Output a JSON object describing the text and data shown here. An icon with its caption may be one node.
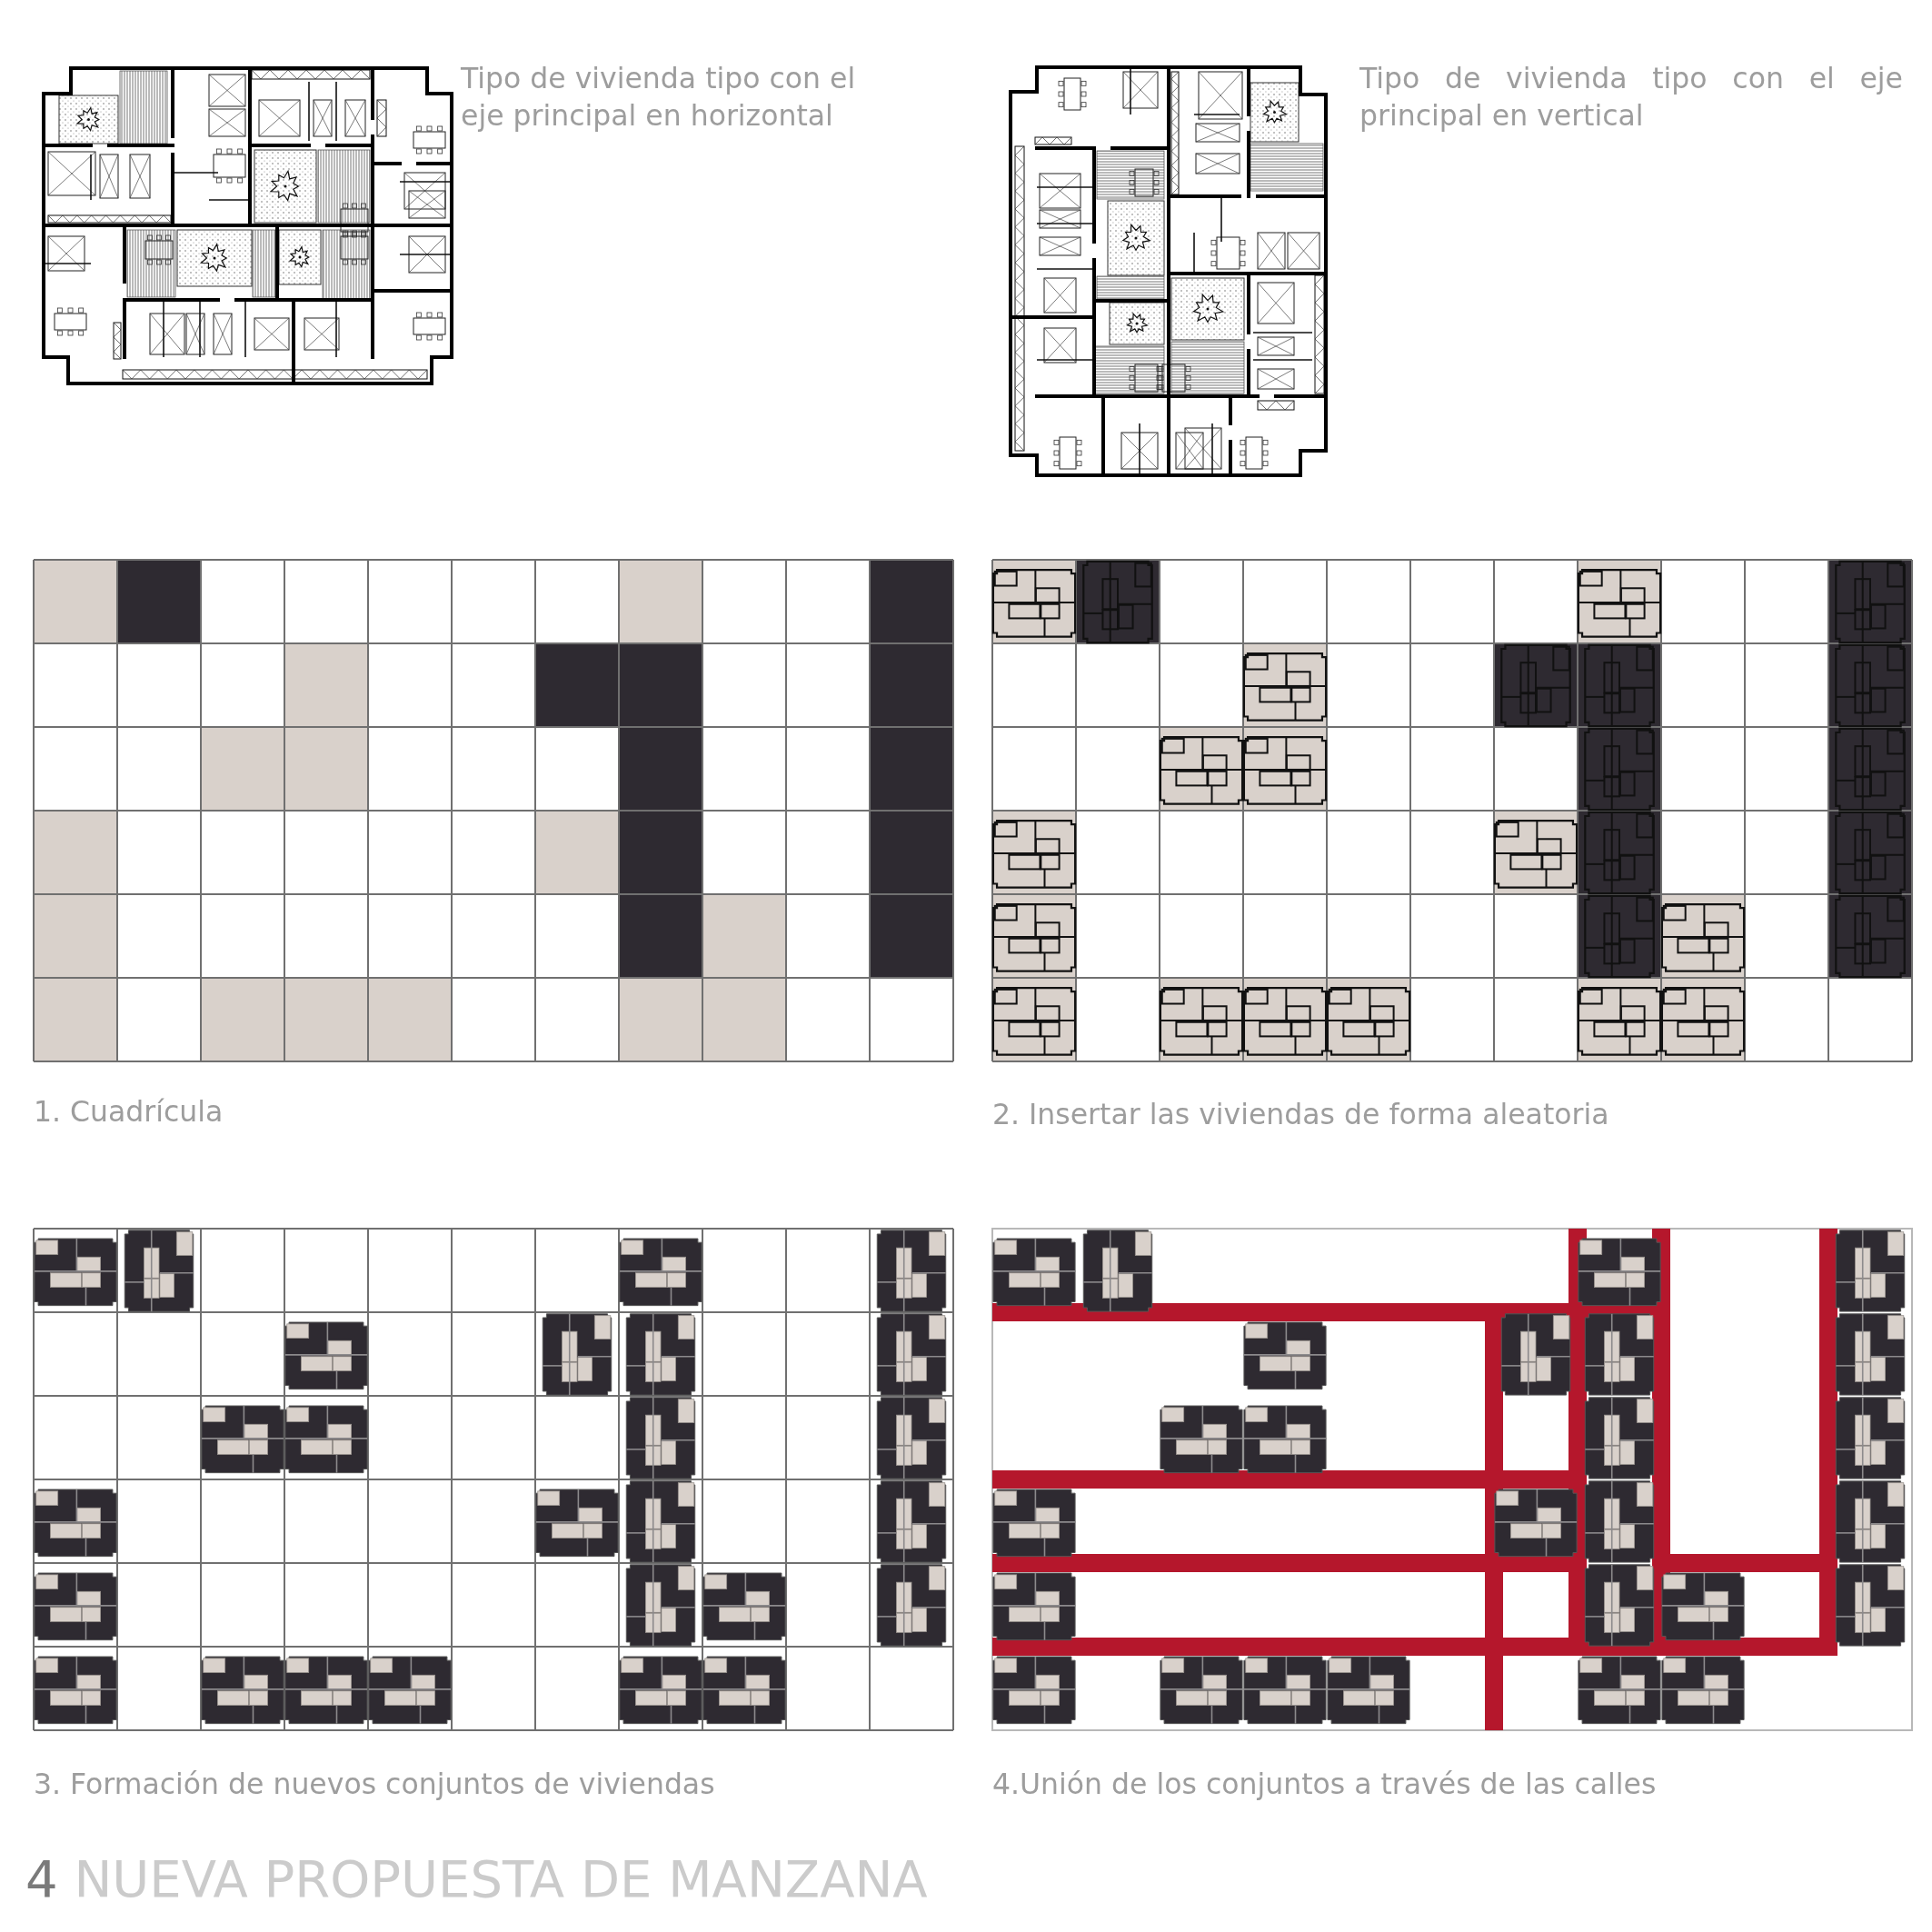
{
  "diagram": {
    "title": "4 NUEVA PROPUESTA DE MANZANA",
    "labels": [
      "Tipo de vivienda tipo con el eje principal en horizontal",
      "Tipo de vivienda tipo con el eje principal en vertical",
      "1. Cuadrícula",
      "2. Insertar las viviendas de forma aleatoria",
      "3. Formación de nuevos conjuntos de viviendas",
      "4.Unión de los conjuntos a través de las calles"
    ]
  }
}
